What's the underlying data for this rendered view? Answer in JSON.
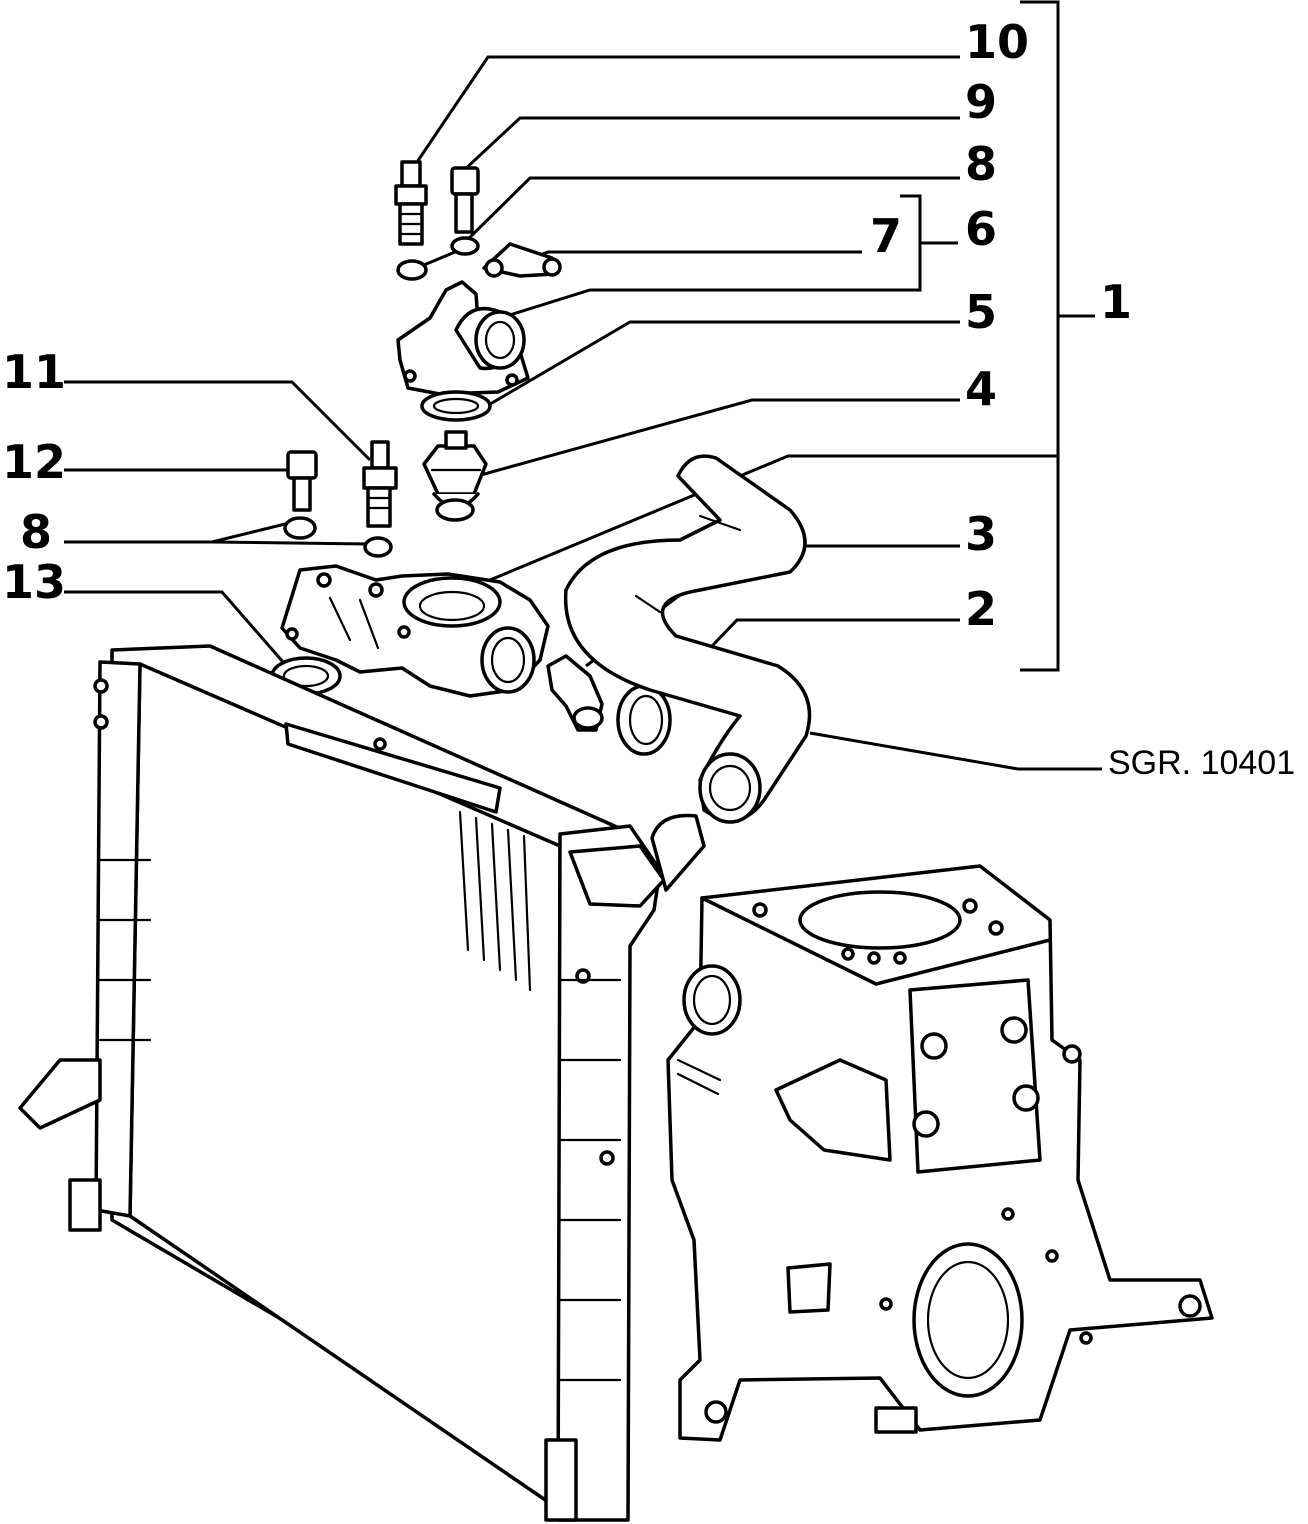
{
  "callouts": {
    "c10": "10",
    "c9": "9",
    "c8a": "8",
    "c7": "7",
    "c6": "6",
    "c1": "1",
    "c5": "5",
    "c4": "4",
    "c11": "11",
    "c12": "12",
    "c8b": "8",
    "c13": "13",
    "c3": "3",
    "c2": "2"
  },
  "reference": "SGR. 10401"
}
